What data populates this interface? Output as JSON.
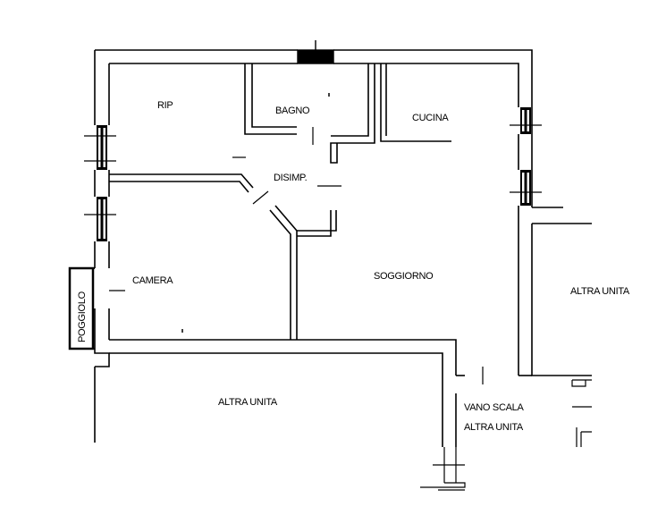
{
  "rooms": {
    "rip": "RIP",
    "bagno": "BAGNO",
    "cucina": "CUCINA",
    "disimpegno": "DISIMP.",
    "camera": "CAMERA",
    "soggiorno": "SOGGIORNO",
    "poggiolo": "POGGIOLO"
  },
  "neighbors": {
    "altra_unita_right": "ALTRA UNITA",
    "altra_unita_bottom": "ALTRA UNITA",
    "vano_scala": "VANO SCALA",
    "vano_scala_sub": "ALTRA UNITA"
  }
}
